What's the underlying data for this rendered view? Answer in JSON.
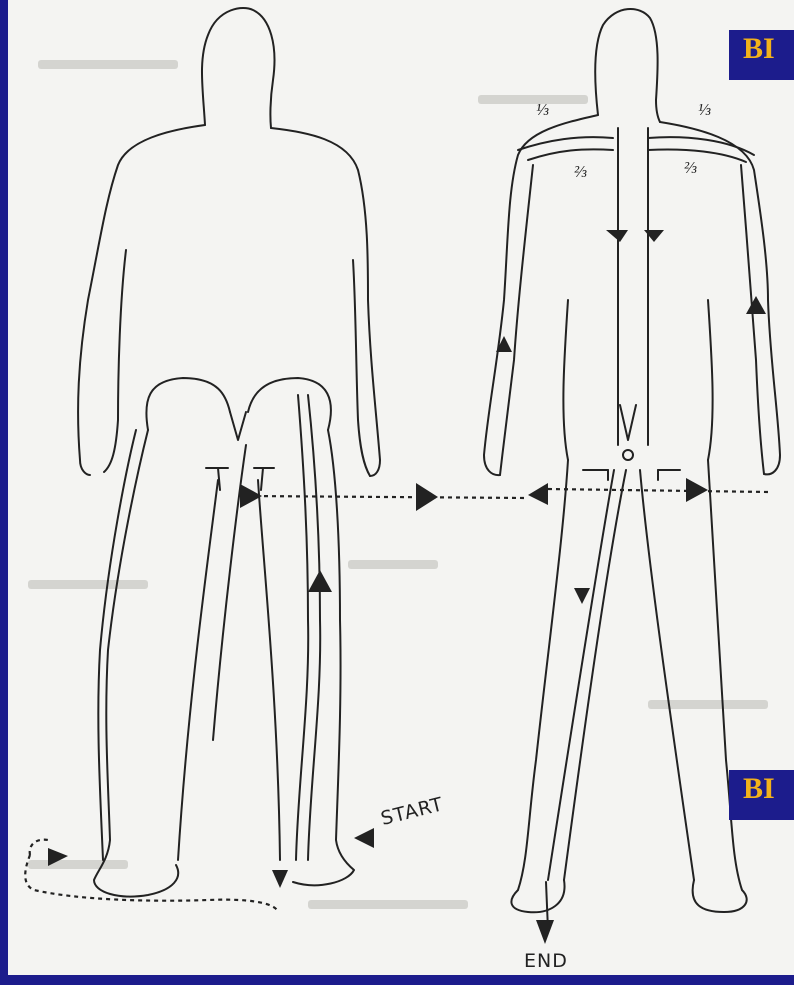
{
  "labels": {
    "start": "START",
    "end": "END",
    "fraction_left_shoulder": "⅓",
    "fraction_right_shoulder": "⅓",
    "fraction_left_blade": "⅔",
    "fraction_right_blade": "⅔"
  },
  "corner_boxes": {
    "top": "BI",
    "bottom": "BI"
  },
  "colors": {
    "frame": "#1c1c8c",
    "box_text": "#f2b21a",
    "paper": "#f4f4f2",
    "ink": "#222222"
  }
}
